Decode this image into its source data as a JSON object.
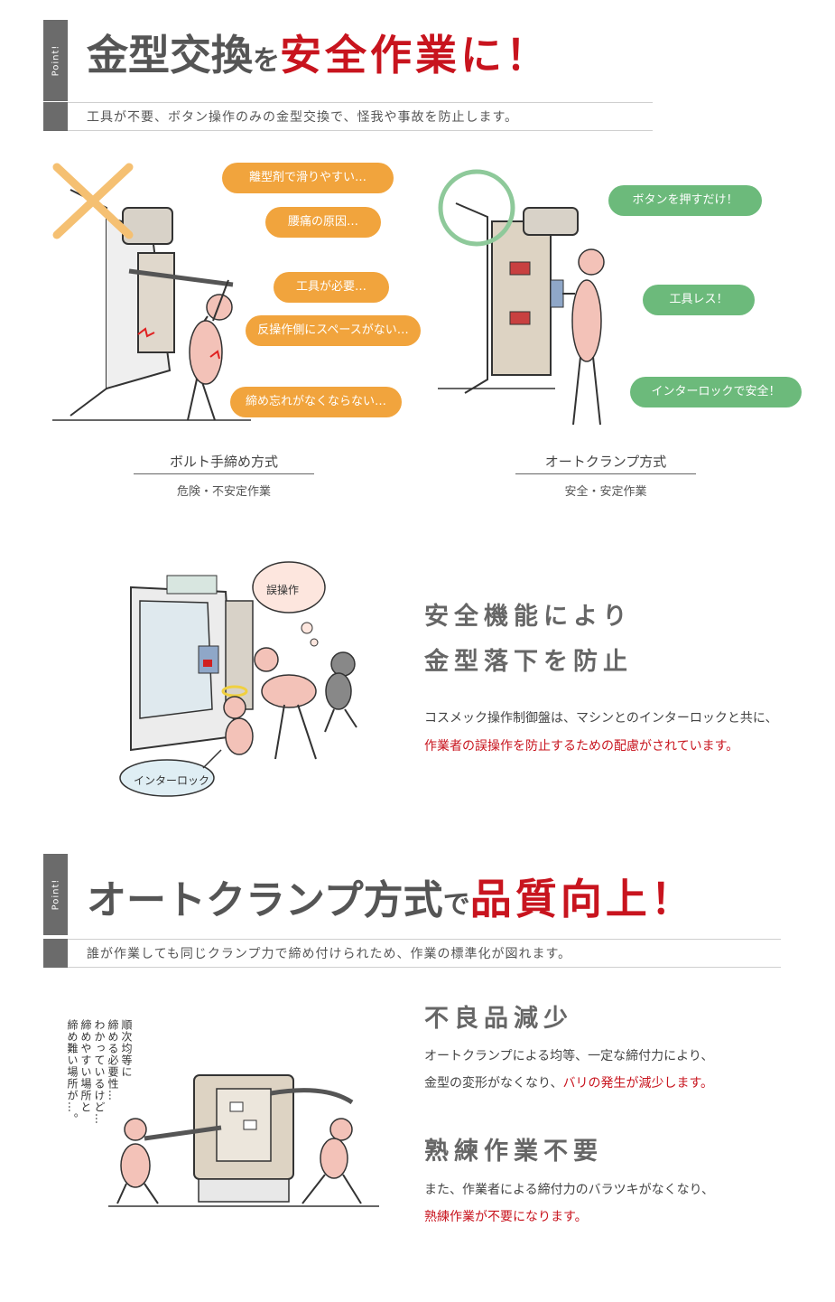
{
  "section1": {
    "point_label": "Point!",
    "title_part1": "金型交換",
    "title_part2": "を",
    "title_part3": "安全作業に！",
    "subtitle": "工具が不要、ボタン操作のみの金型交換で、怪我や事故を防止します。"
  },
  "comparison": {
    "left_bubbles": [
      "離型剤で滑りやすい…",
      "腰痛の原因…",
      "工具が必要…",
      "反操作側にスペースがない…",
      "締め忘れがなくならない…"
    ],
    "right_bubbles": [
      "ボタンを押すだけ！",
      "工具レス！",
      "インターロックで安全！"
    ],
    "left_title": "ボルト手締め方式",
    "left_sub": "危険・不安定作業",
    "right_title": "オートクランプ方式",
    "right_sub": "安全・安定作業",
    "colors": {
      "orange": "#f1a43d",
      "green": "#6cba7b"
    }
  },
  "safety": {
    "thought_bubble": "誤操作",
    "interlock_bubble": "インターロック",
    "heading_line1": "安全機能により",
    "heading_line2": "金型落下を防止",
    "body_line1": "コスメック操作制御盤は、マシンとのインターロックと共に、",
    "body_line2_red": "作業者の誤操作を防止するための配慮がされています。"
  },
  "section2": {
    "point_label": "Point!",
    "title_part1": "オートクランプ方式",
    "title_part2": "で",
    "title_part3": "品質向上！",
    "subtitle": "誰が作業しても同じクランプ力で締め付けられため、作業の標準化が図れます。"
  },
  "quality": {
    "vertical_note": [
      "順次均等に",
      "締める必要性…",
      "わかっているけど…",
      "締めやすい場所と",
      "締め難い場所が…。"
    ],
    "heading1": "不良品減少",
    "body1_line1": "オートクランプによる均等、一定な締付力により、",
    "body1_line2_plain": "金型の変形がなくなり、",
    "body1_line2_red": "バリの発生が減少します。",
    "heading2": "熟練作業不要",
    "body2_line1": "また、作業者による締付力のバラツキがなくなり、",
    "body2_line2_red": "熟練作業が不要になります。"
  },
  "accent_red": "#c8141e"
}
